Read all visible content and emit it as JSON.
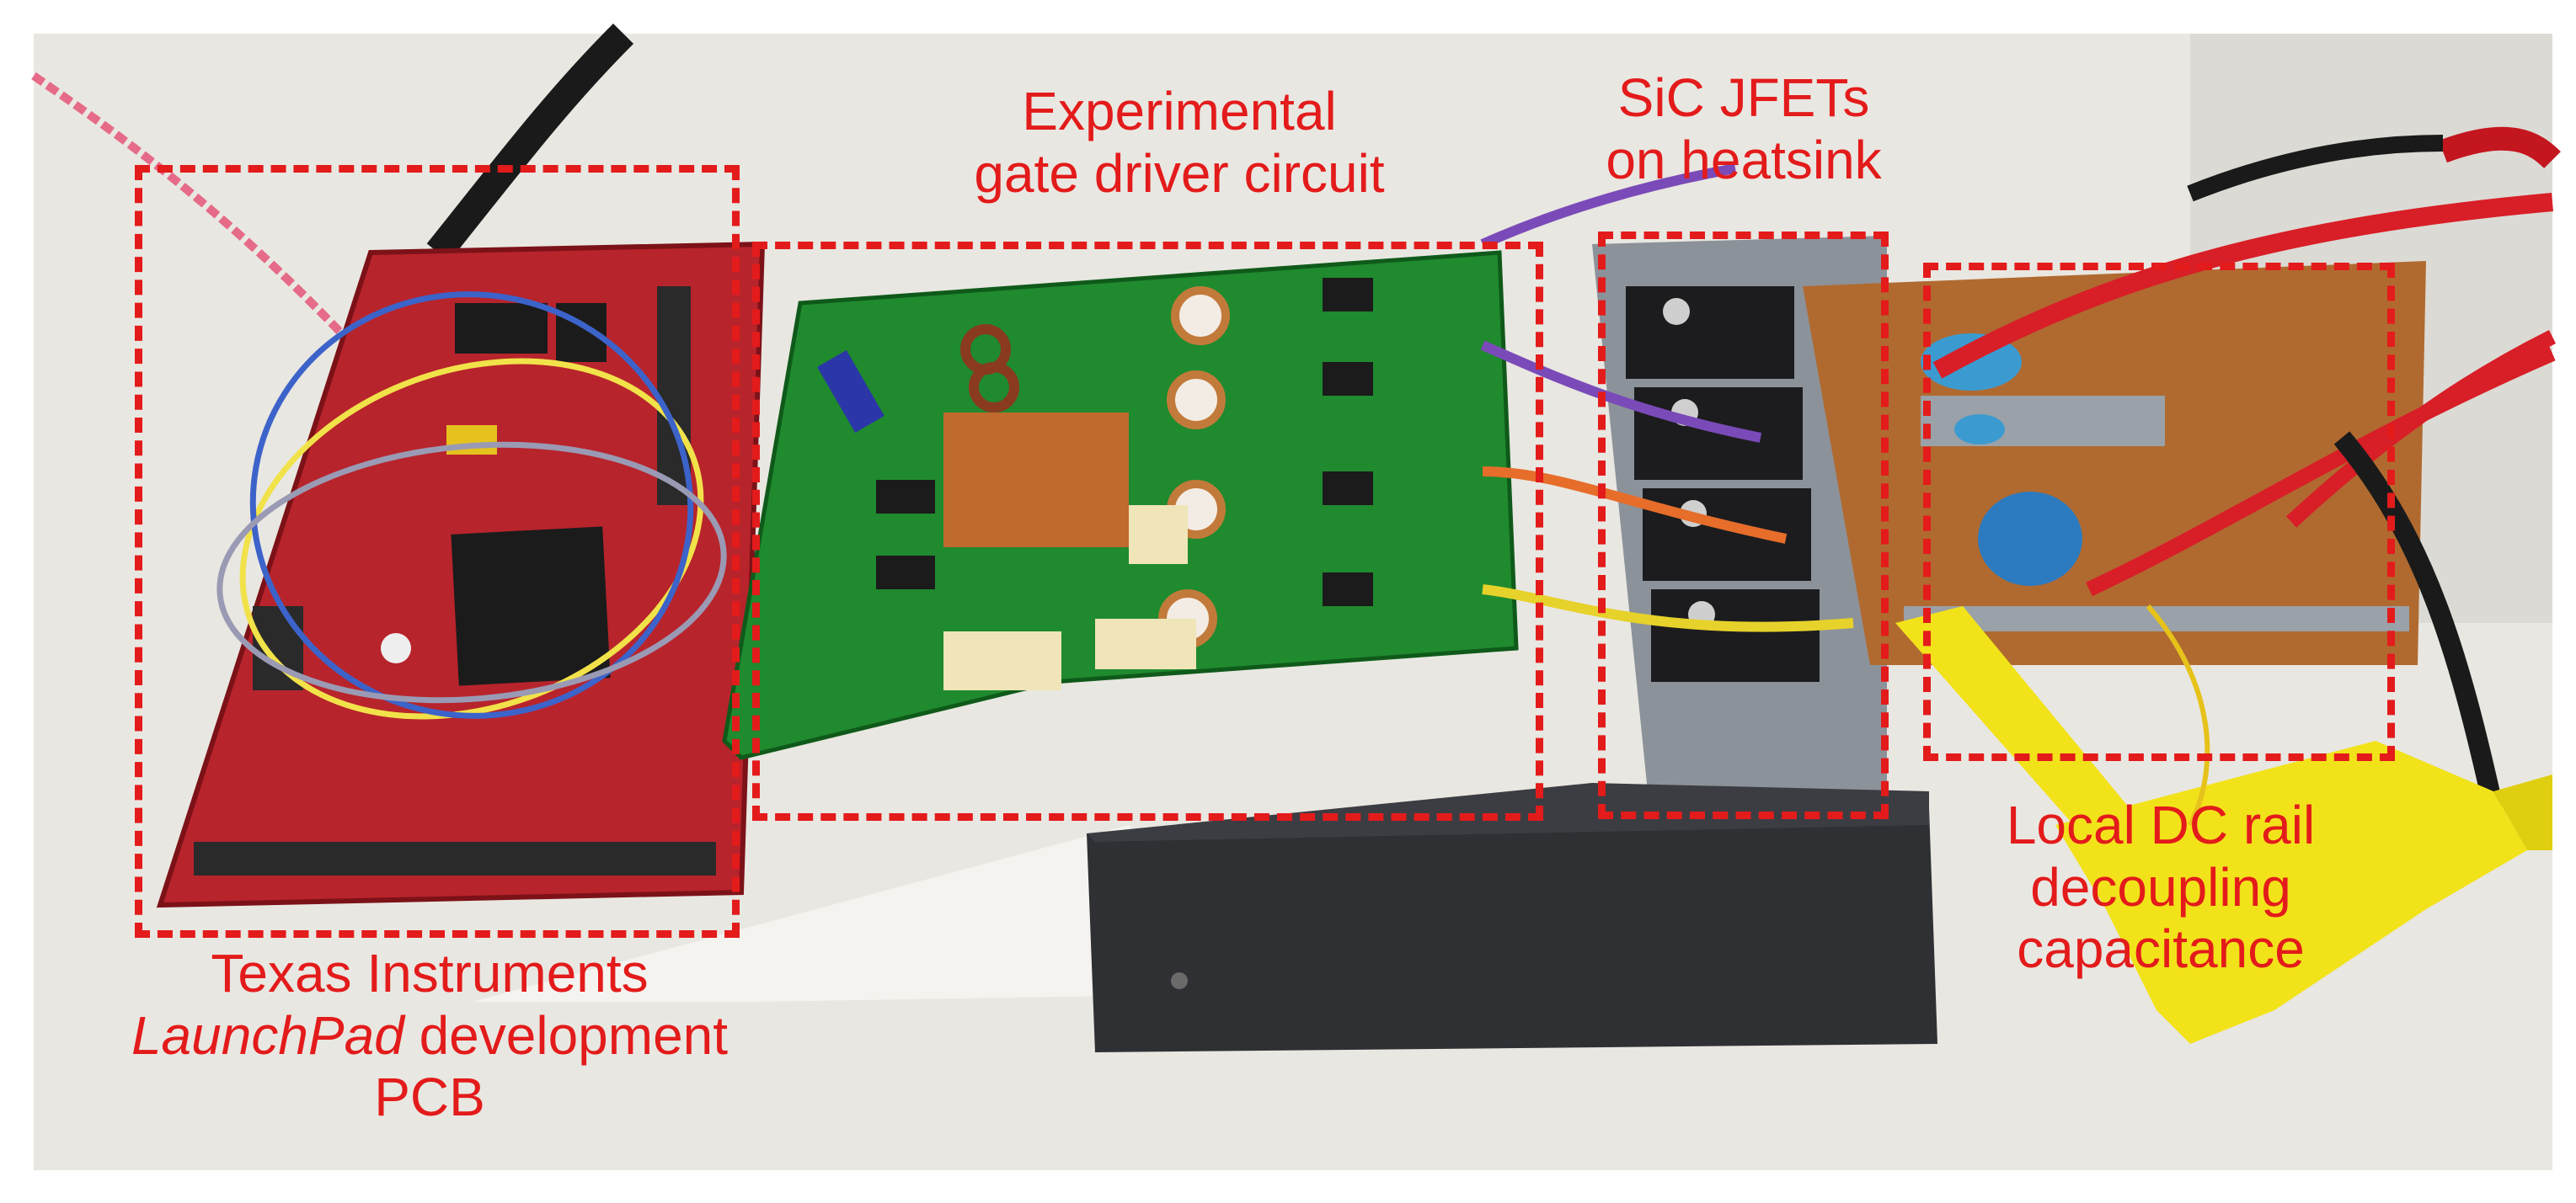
{
  "annotations": {
    "launchpad": {
      "line1": "Texas Instruments",
      "line2_italic": "LaunchPad",
      "line2_rest": " development",
      "line3": "PCB"
    },
    "gate_driver": {
      "line1": "Experimental",
      "line2": "gate driver circuit"
    },
    "jfets": {
      "line1": "SiC JFETs",
      "line2": "on heatsink"
    },
    "decoupling": {
      "line1": "Local DC rail",
      "line2": "decoupling",
      "line3": "capacitance"
    }
  },
  "colors": {
    "annotation": "#e31b1b",
    "launchpad_pcb": "#b8242c",
    "gate_driver_pcb": "#1f8a2e",
    "heatsink": "#2f3034",
    "probe": "#f2e21a",
    "table": "#e9e7e1"
  }
}
